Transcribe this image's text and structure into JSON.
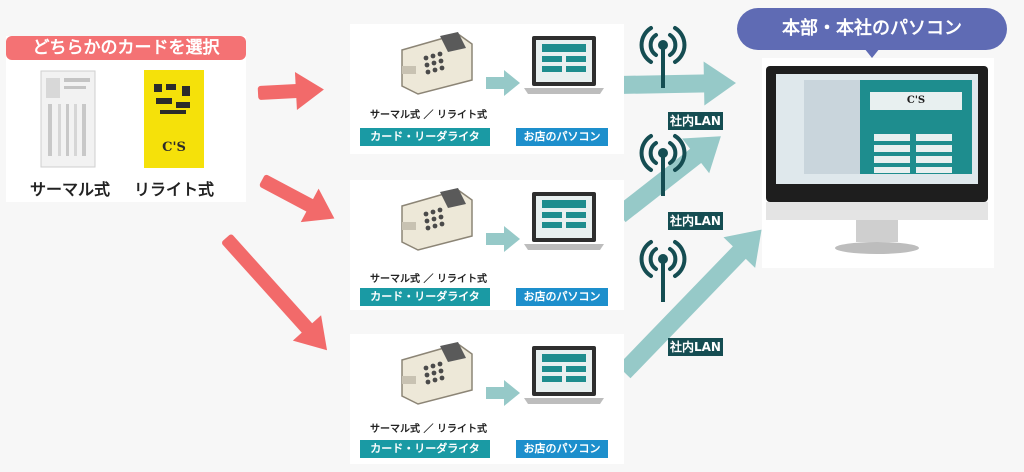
{
  "card_selection": {
    "title": "どちらかのカードを選択",
    "thermal_label": "サーマル式",
    "rewrite_label": "リライト式",
    "rewrite_card_text": "C'S"
  },
  "shops": [
    {
      "device_caption": "サーマル式 ／ リライト式",
      "reader_label": "カード・リーダライタ",
      "pc_label": "お店のパソコン"
    },
    {
      "device_caption": "サーマル式 ／ リライト式",
      "reader_label": "カード・リーダライタ",
      "pc_label": "お店のパソコン"
    },
    {
      "device_caption": "サーマル式 ／ リライト式",
      "reader_label": "カード・リーダライタ",
      "pc_label": "お店のパソコン"
    }
  ],
  "lan_labels": [
    "社内LAN",
    "社内LAN",
    "社内LAN"
  ],
  "headquarters": {
    "title": "本部・本社のパソコン",
    "screen_logo": "C'S"
  },
  "colors": {
    "red_arrow": "#f26a6a",
    "teal_arrow": "#96c9c8",
    "teal_label": "#1a9aa4",
    "shop_pc_label": "#1d8fcc",
    "lan_tag": "#154d52",
    "hq_title": "#5f6bb4"
  }
}
